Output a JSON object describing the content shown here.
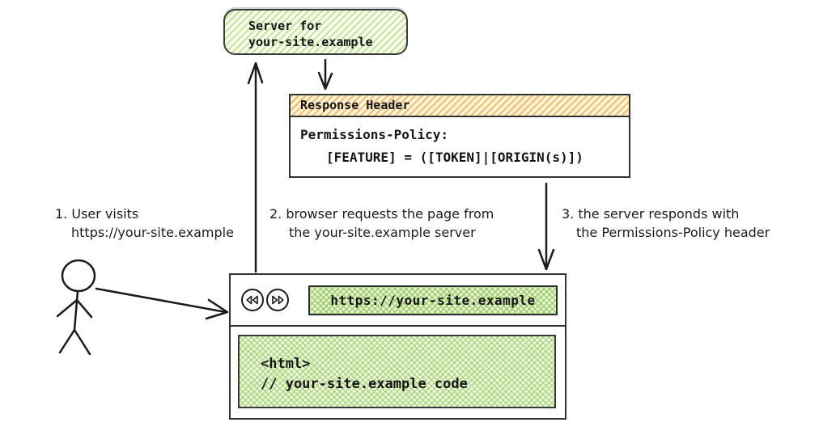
{
  "colors": {
    "ink": "#1b1b1b",
    "green_stripe": "#cde6a6",
    "orange_stripe": "#f2c678",
    "crosshatch_green": "#8bc54d"
  },
  "server_box": {
    "line1": "Server for",
    "line2": "your-site.example"
  },
  "response_box": {
    "title": "Response Header",
    "policy_line1": "Permissions-Policy:",
    "policy_line2": "[FEATURE] = ([TOKEN]|[ORIGIN(s)])"
  },
  "annotations": {
    "step1": {
      "line1": "1. User visits",
      "line2": "https://your-site.example"
    },
    "step2": {
      "line1": "2. browser requests the page from",
      "line2": "the your-site.example server"
    },
    "step3": {
      "line1": "3. the server responds with",
      "line2": "the Permissions-Policy header"
    }
  },
  "browser": {
    "back_icon": "rewind-double-left-triangles",
    "forward_icon": "fast-forward-double-right-triangles",
    "url": "https://your-site.example",
    "content_line1": "<html>",
    "content_line2": "// your-site.example code"
  }
}
